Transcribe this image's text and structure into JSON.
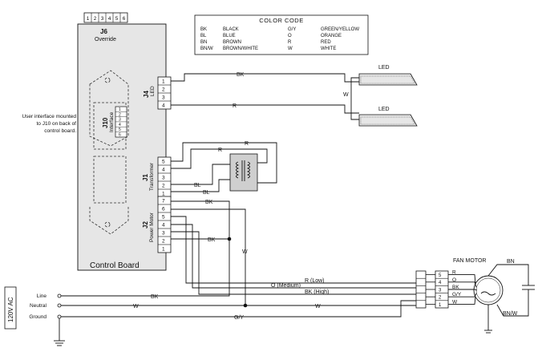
{
  "colors": {
    "board_fill": "#e6e6e6",
    "line": "#111111",
    "transformer_fill": "#cfcfcf"
  },
  "legend": {
    "title": "COLOR CODE",
    "entries": [
      [
        "BK",
        "BLACK",
        "G/Y",
        "GREEN/YELLOW"
      ],
      [
        "BL",
        "BLUE",
        "O",
        "ORANGE"
      ],
      [
        "BN",
        "BROWN",
        "R",
        "RED"
      ],
      [
        "BN/W",
        "BROWN/WHITE",
        "W",
        "WHITE"
      ]
    ]
  },
  "board": {
    "label": "Control Board",
    "j6_pins": [
      "1",
      "2",
      "3",
      "4",
      "5",
      "6"
    ],
    "j6_name": "J6",
    "j6_desc": "Override",
    "j10_name": "J10",
    "j10_desc": "Interface",
    "j10_pins": [
      "1",
      "2",
      "3",
      "4",
      "5",
      "6"
    ],
    "j4_name": "J4",
    "j4_desc": "LED",
    "j4_pins": [
      "1",
      "2",
      "3",
      "4"
    ],
    "j1_name": "J1",
    "j1_desc": "Transformer",
    "j1_pins": [
      "5",
      "4",
      "3",
      "2",
      "1"
    ],
    "j2_name": "J2",
    "j2_desc": "Power Motor",
    "j2_pins": [
      "7",
      "6",
      "5",
      "4",
      "3",
      "2",
      "1"
    ]
  },
  "note": [
    "User interface mounted",
    "to J10 on back of",
    "control board."
  ],
  "led": {
    "label_top": "LED",
    "label_bottom": "LED",
    "wire_w": "W"
  },
  "wires": {
    "j4_bk": "BK",
    "j4_r": "R",
    "tr_r1": "R",
    "tr_r2": "R",
    "tr_bl1": "BL",
    "tr_bl2": "BL",
    "m_bk_top": "BK",
    "m_bk_mid": "BK",
    "m_w_vert": "W",
    "r_low": "R (Low)",
    "o_med": "O (Medium)",
    "bk_high": "BK (High)",
    "line_bk": "BK",
    "neutral_w": "W",
    "neutral_w2": "W",
    "ground_gy": "G/Y"
  },
  "supply": {
    "voltage": "120V AC",
    "line": "Line",
    "neutral": "Neutral",
    "ground": "Ground"
  },
  "motor": {
    "title": "FAN MOTOR",
    "pins": [
      "5",
      "4",
      "3",
      "2",
      "1"
    ],
    "wire_labels": [
      "R",
      "O",
      "BK",
      "G/Y",
      "W"
    ],
    "bn": "BN",
    "bnw": "BN/W"
  }
}
